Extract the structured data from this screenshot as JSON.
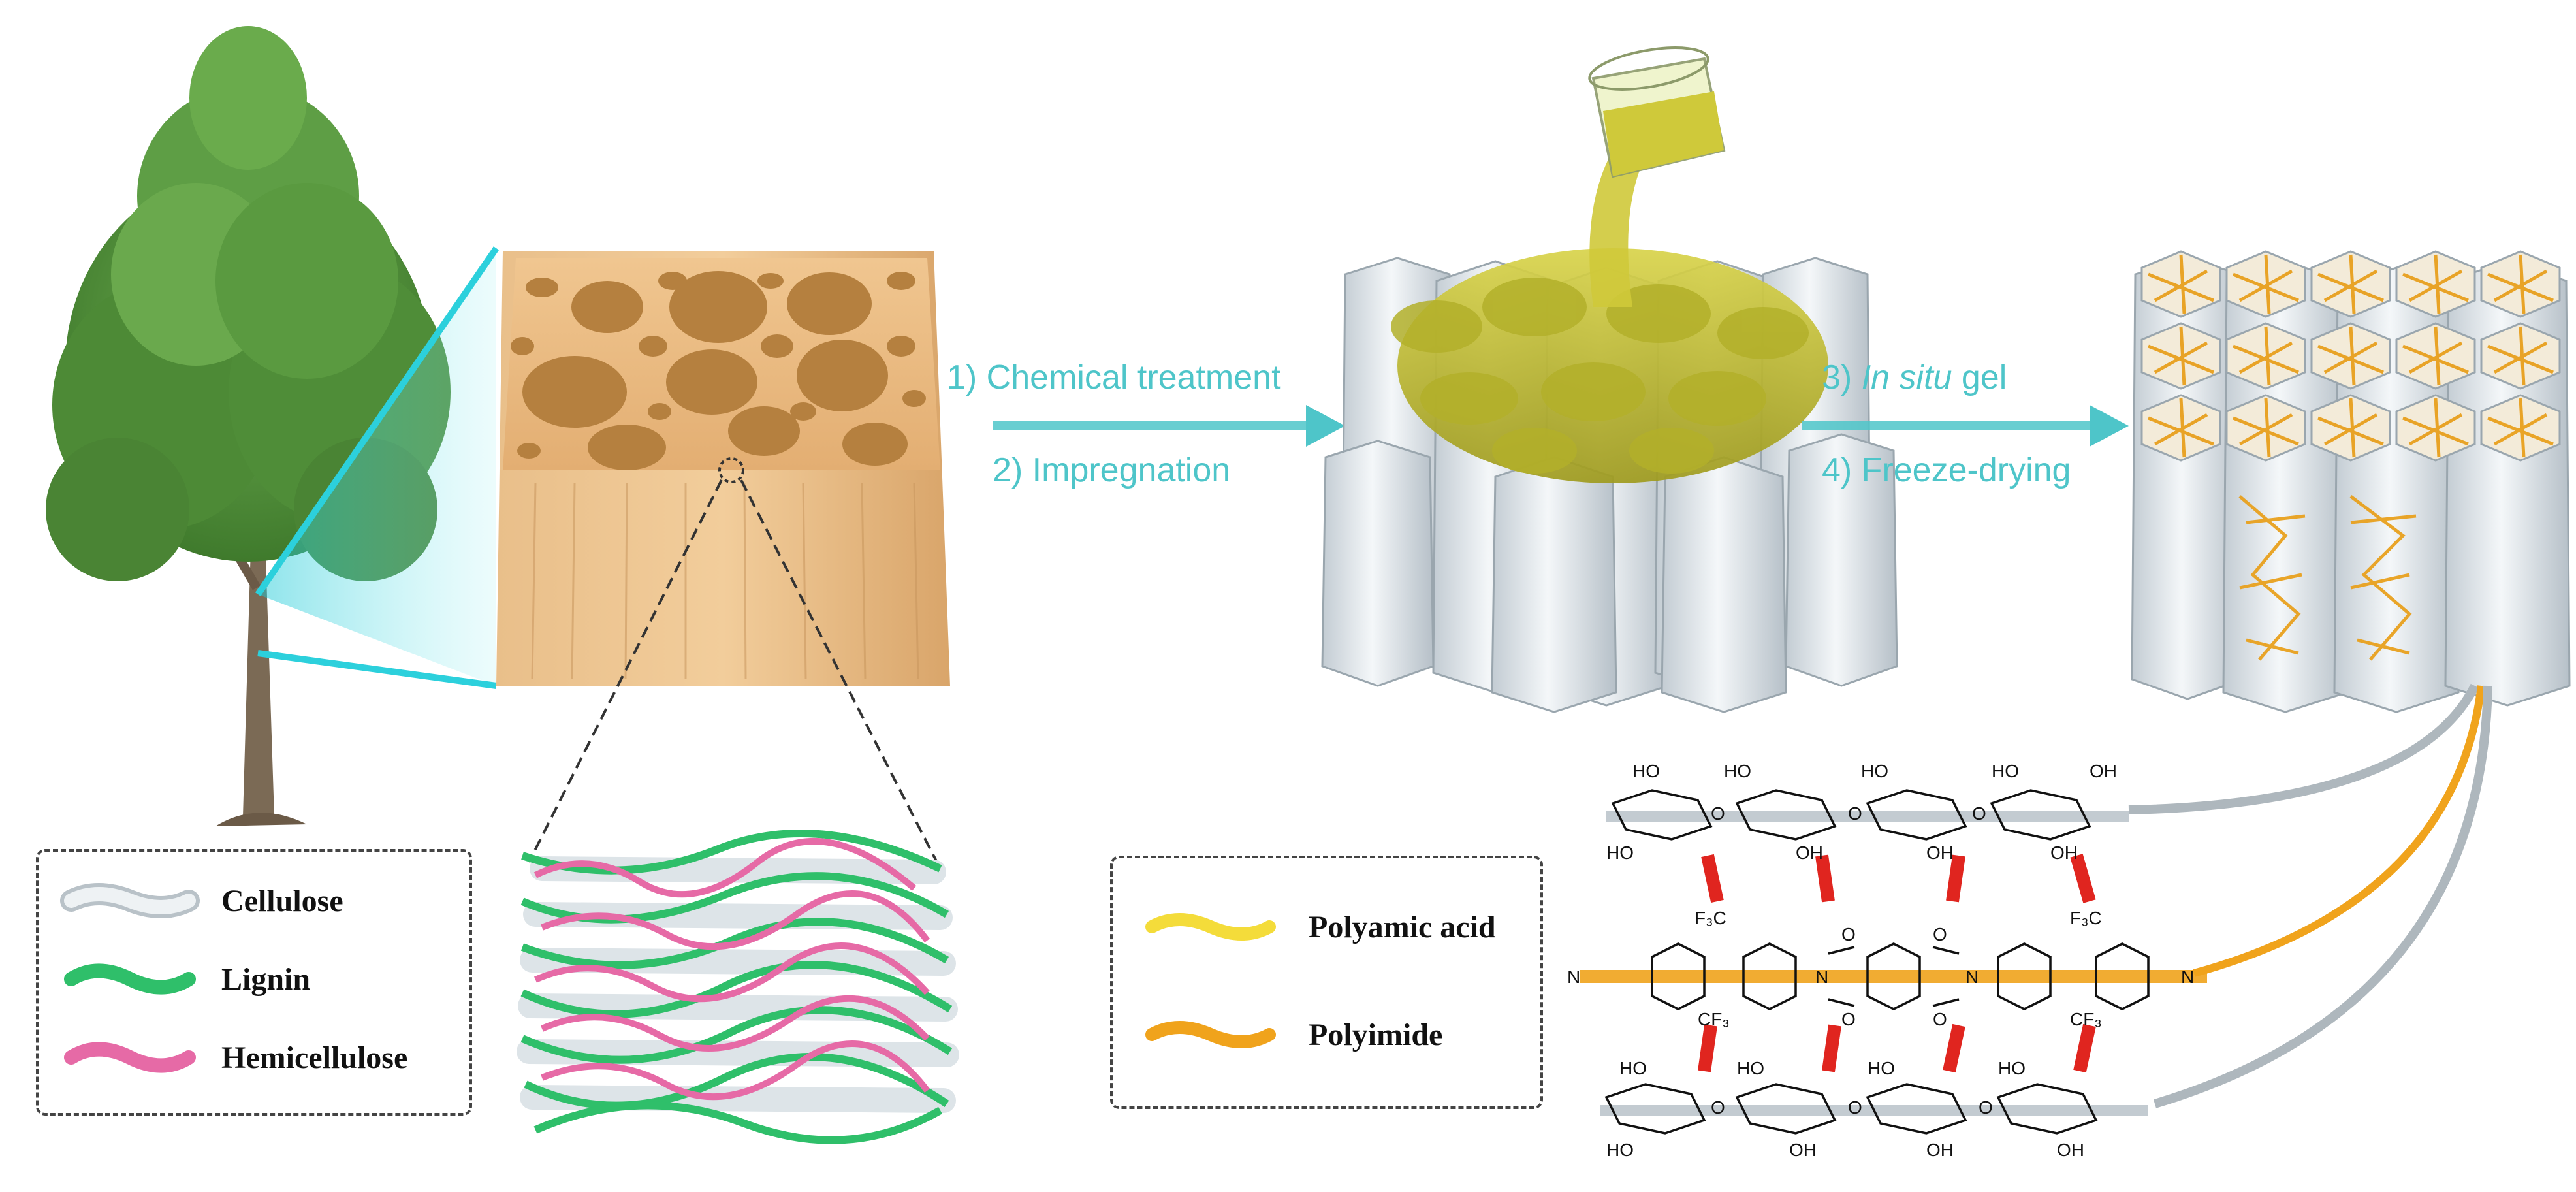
{
  "steps": {
    "step1": "1) Chemical treatment",
    "step2": "2) Impregnation",
    "step3_num": "3)",
    "step3_italic": "In situ",
    "step3_rest": "gel",
    "step4": "4) Freeze-drying"
  },
  "legend_left": {
    "items": [
      {
        "label": "Cellulose",
        "color": "#dfe6ea"
      },
      {
        "label": "Lignin",
        "color": "#2fbf6a"
      },
      {
        "label": "Hemicellulose",
        "color": "#e66aa6"
      }
    ]
  },
  "legend_right": {
    "items": [
      {
        "label": "Polyamic acid",
        "color": "#f4dc3a"
      },
      {
        "label": "Polyimide",
        "color": "#f0a31c"
      }
    ]
  },
  "chem": {
    "ho": "HO",
    "oh": "OH",
    "o": "O",
    "n": "N",
    "f3c": "F₃C",
    "cf3": "CF₃"
  },
  "colors": {
    "arrow": "#4ec5c9",
    "wood": "#e3b37d",
    "cell_wall": "#d7dde2",
    "solution": "#c9c63a",
    "polyimide": "#f0a31c",
    "hbond": "#e0251f"
  }
}
